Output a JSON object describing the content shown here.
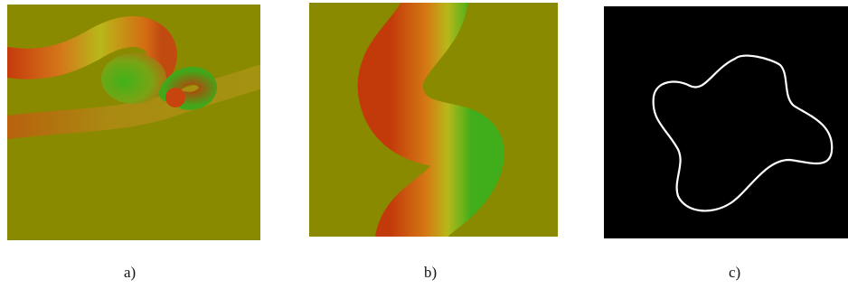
{
  "colors": {
    "olive_background": "#8a8a00",
    "tube_red": "#c23a0a",
    "tube_orange": "#d97a12",
    "tube_yellow": "#b8b81a",
    "tube_green": "#40b21a",
    "contour_background": "#000000",
    "contour_stroke": "#ffffff"
  },
  "panels": [
    {
      "id": "a",
      "caption": "a)",
      "content": "color-coded-tube-image"
    },
    {
      "id": "b",
      "caption": "b)",
      "content": "color-coded-tube-image"
    },
    {
      "id": "c",
      "caption": "c)",
      "content": "white-contour-on-black"
    }
  ]
}
